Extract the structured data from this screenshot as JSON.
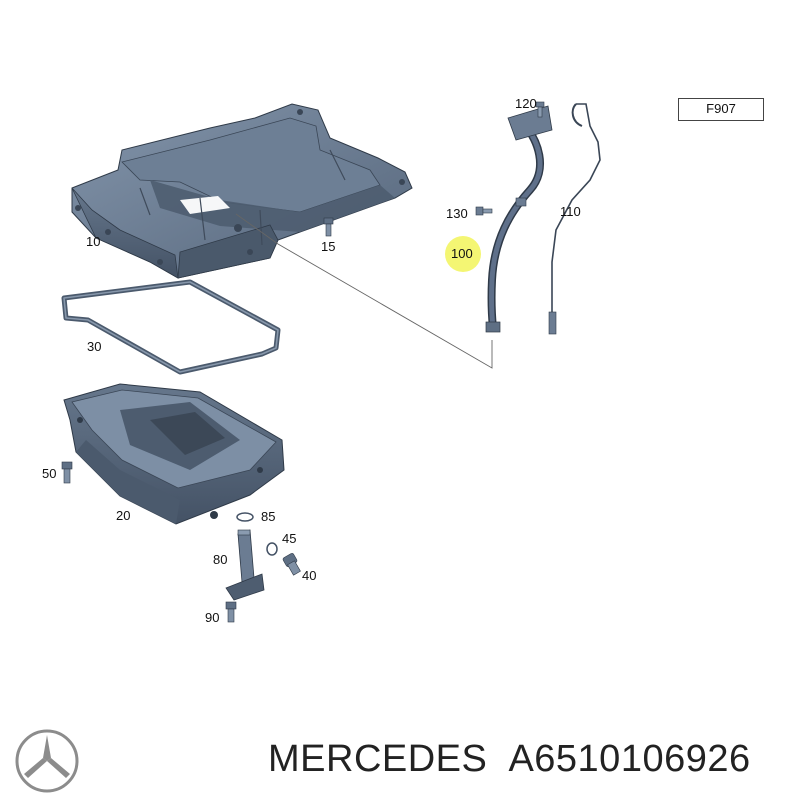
{
  "figure_code": "F907",
  "callouts": {
    "c10": "10",
    "c15": "15",
    "c20": "20",
    "c30": "30",
    "c40": "40",
    "c45": "45",
    "c50": "50",
    "c80": "80",
    "c85": "85",
    "c90": "90",
    "c100": "100",
    "c110": "110",
    "c120": "120",
    "c130": "130"
  },
  "highlighted_callout": "100",
  "footer": {
    "brand": "MERCEDES",
    "part_number": "A6510106926"
  },
  "colors": {
    "part_fill": "#5e6f84",
    "part_dark": "#3f4d5e",
    "part_light": "#8a9bb0",
    "highlight": "#f2f55a",
    "logo": "#8c8c8c"
  }
}
